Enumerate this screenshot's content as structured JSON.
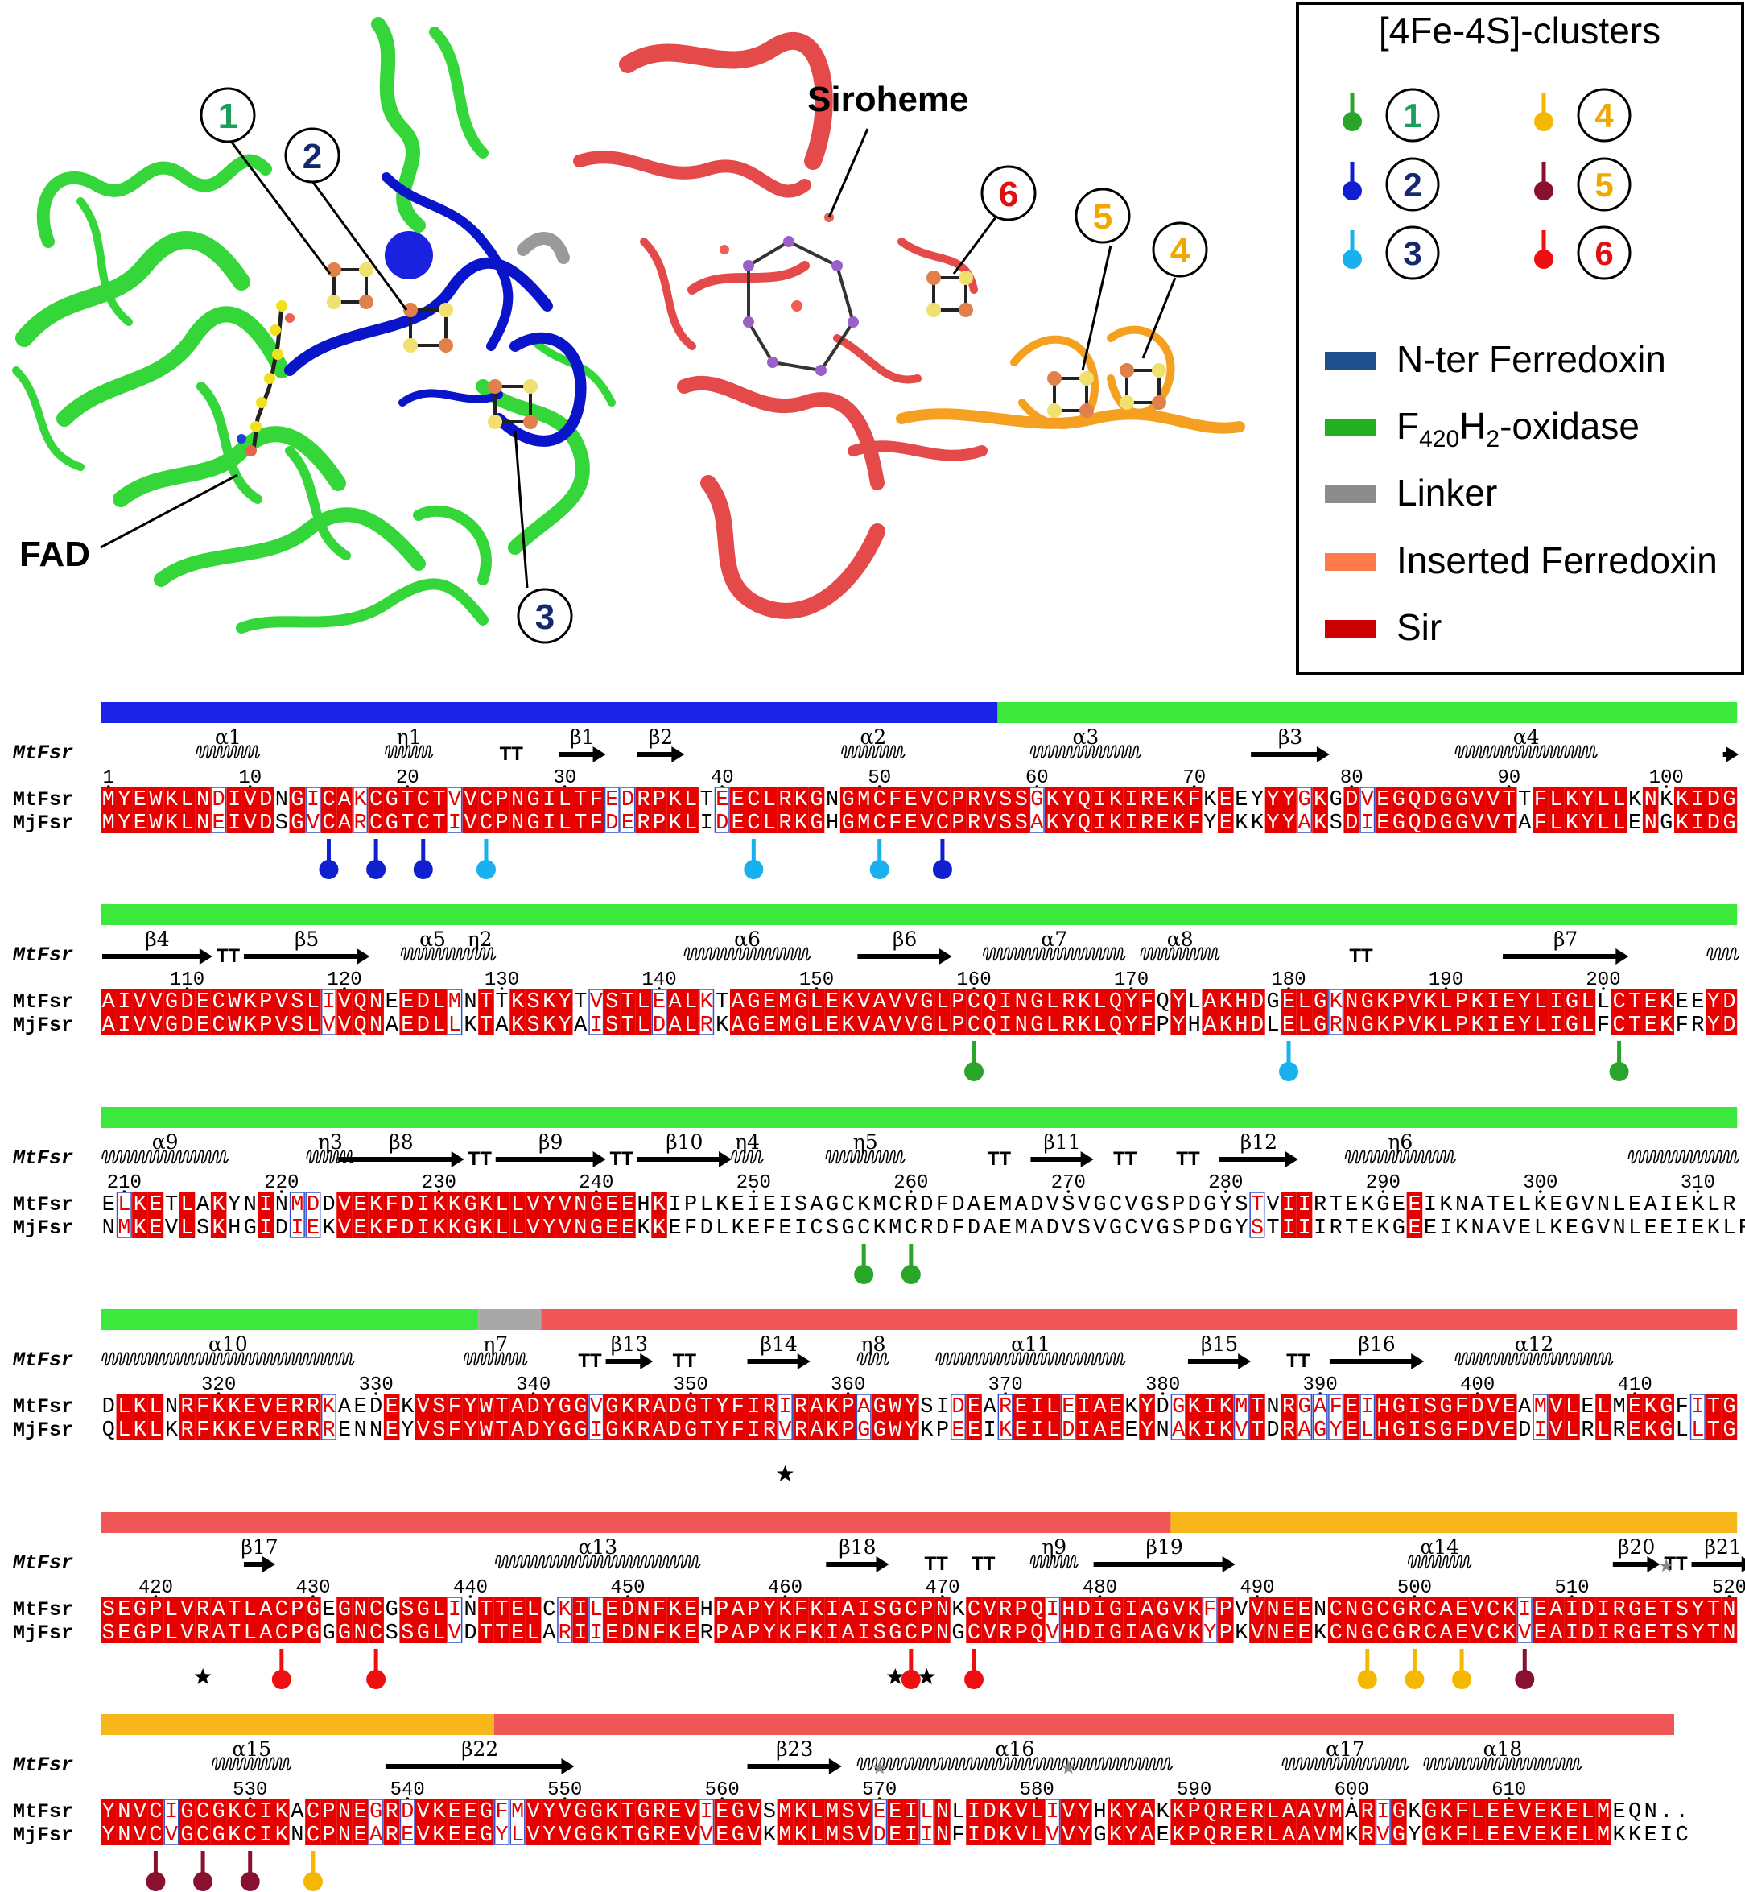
{
  "structure": {
    "labels": {
      "siroheme": "Siroheme",
      "fad": "FAD"
    },
    "callouts": [
      "1",
      "2",
      "3",
      "4",
      "5",
      "6"
    ],
    "domain_colors": {
      "nter_ferredoxin": "#0a14c8",
      "f420h2_oxidase": "#35d63a",
      "linker": "#9a9a9a",
      "inserted_ferredoxin": "#f5a020",
      "sir": "#e44a4a"
    }
  },
  "legend": {
    "title": "[4Fe-4S]-clusters",
    "clusters": [
      {
        "num": "1",
        "pin_color": "#2aa52a",
        "num_color": "#1aa05a"
      },
      {
        "num": "2",
        "pin_color": "#1020d0",
        "num_color": "#14286e"
      },
      {
        "num": "3",
        "pin_color": "#18b0ee",
        "num_color": "#14286e"
      },
      {
        "num": "4",
        "pin_color": "#f5b800",
        "num_color": "#f0a800"
      },
      {
        "num": "5",
        "pin_color": "#8a1030",
        "num_color": "#f0a800"
      },
      {
        "num": "6",
        "pin_color": "#ee1010",
        "num_color": "#e01010"
      }
    ],
    "domains": [
      {
        "label": "N-ter Ferredoxin",
        "color": "#1f4e8c"
      },
      {
        "label_main": "F",
        "label_sub": "420",
        "label_mid": "H",
        "label_sub2": "2",
        "label_tail": "-oxidase",
        "color": "#22b022"
      },
      {
        "label": "Linker",
        "color": "#8c8c8c"
      },
      {
        "label": "Inserted Ferredoxin",
        "color": "#ff7a4a"
      },
      {
        "label": "Sir",
        "color": "#cc0000"
      }
    ]
  },
  "alignment": {
    "name_top": "MtFsr",
    "name_mt": "MtFsr",
    "name_mj": "MjFsr",
    "blocks": [
      {
        "start": 1,
        "bars": [
          {
            "from": 1,
            "to": 57,
            "color": "#1a22e8"
          },
          {
            "from": 58,
            "to": 104,
            "color": "#3de83d"
          }
        ],
        "ss": [
          {
            "t": "a",
            "label": "α1",
            "from": 7,
            "to": 10
          },
          {
            "t": "n",
            "label": "η1",
            "from": 19,
            "to": 21
          },
          {
            "t": "tt",
            "from": 26,
            "to": 27
          },
          {
            "t": "b",
            "label": "β1",
            "from": 30,
            "to": 32
          },
          {
            "t": "b",
            "label": "β2",
            "from": 35,
            "to": 37
          },
          {
            "t": "a",
            "label": "α2",
            "from": 48,
            "to": 51
          },
          {
            "t": "a",
            "label": "α3",
            "from": 60,
            "to": 66
          },
          {
            "t": "b",
            "label": "β3",
            "from": 74,
            "to": 78
          },
          {
            "t": "a",
            "label": "α4",
            "from": 87,
            "to": 95
          },
          {
            "t": "b",
            "label": "",
            "from": 104,
            "to": 104
          }
        ],
        "numbers": [
          1,
          10,
          20,
          30,
          40,
          50,
          60,
          70,
          80,
          90,
          100
        ],
        "mt": "MYEWKLNDIVDNGICAKCGTCTVVCPNGILTFEDRPKLTEECLRKGNGMCFEVCPRVSSGKYQIKIREKFKEEYYYGKGDVEGQDGGVVTTFLKYLLKNKKIDG",
        "mj": "MYEWKLNEIVDSGVCARCGTCTIVCPNGILTFDERPKLIDECLRKGHGMCFEVCPRVSSAKYQIKIREKFYEKKYYAKSDIEGQDGGVVTAFLKYLLENGKIDG",
        "pins": [
          {
            "pos": 15,
            "c": "#1020d0"
          },
          {
            "pos": 18,
            "c": "#1020d0"
          },
          {
            "pos": 21,
            "c": "#1020d0"
          },
          {
            "pos": 25,
            "c": "#18b0ee"
          },
          {
            "pos": 42,
            "c": "#18b0ee"
          },
          {
            "pos": 50,
            "c": "#18b0ee"
          },
          {
            "pos": 54,
            "c": "#1020d0"
          }
        ],
        "stars": []
      },
      {
        "start": 105,
        "bars": [
          {
            "from": 105,
            "to": 208,
            "color": "#3de83d"
          }
        ],
        "ss": [
          {
            "t": "b",
            "label": "β4",
            "from": 105,
            "to": 111
          },
          {
            "t": "tt",
            "from": 112,
            "to": 113
          },
          {
            "t": "b",
            "label": "β5",
            "from": 114,
            "to": 121
          },
          {
            "t": "a",
            "label": "α5",
            "from": 124,
            "to": 127
          },
          {
            "t": "n",
            "label": "η2",
            "from": 128,
            "to": 129
          },
          {
            "t": "a",
            "label": "α6",
            "from": 142,
            "to": 149
          },
          {
            "t": "b",
            "label": "β6",
            "from": 153,
            "to": 158
          },
          {
            "t": "a",
            "label": "α7",
            "from": 161,
            "to": 169
          },
          {
            "t": "a",
            "label": "α8",
            "from": 171,
            "to": 175
          },
          {
            "t": "tt",
            "from": 184,
            "to": 185
          },
          {
            "t": "b",
            "label": "β7",
            "from": 194,
            "to": 201
          },
          {
            "t": "n",
            "label": "",
            "from": 207,
            "to": 208
          }
        ],
        "numbers": [
          110,
          120,
          130,
          140,
          150,
          160,
          170,
          180,
          190,
          200
        ],
        "mt": "AIVVGDECWKPVSLIVQNEEDLMNTTKSKYTVSTLEALKTAGEMGLEKVAVVGLPCQINGLRKLQYFQYLAKHDGELGKNGKPVKLPKIEYLIGLLCTEKEEYD",
        "mj": "AIVVGDECWKPVSLVVQNAEDLLKTAKSKYAISTLDALRKAGEMGLEKVAVVGLPCQINGLRKLQYFPYHAKHDLELGRNGKPVKLPKIEYLIGLFCTEKFRYD",
        "pins": [
          {
            "pos": 160,
            "c": "#2aa52a"
          },
          {
            "pos": 180,
            "c": "#18b0ee"
          },
          {
            "pos": 201,
            "c": "#2aa52a"
          }
        ],
        "stars": []
      },
      {
        "start": 209,
        "bars": [
          {
            "from": 209,
            "to": 312,
            "color": "#3de83d"
          }
        ],
        "ss": [
          {
            "t": "a",
            "label": "α9",
            "from": 209,
            "to": 216
          },
          {
            "t": "n",
            "label": "η3",
            "from": 222,
            "to": 224
          },
          {
            "t": "b",
            "label": "β8",
            "from": 224,
            "to": 231
          },
          {
            "t": "tt",
            "from": 232,
            "to": 233
          },
          {
            "t": "b",
            "label": "β9",
            "from": 234,
            "to": 240
          },
          {
            "t": "tt",
            "from": 241,
            "to": 242
          },
          {
            "t": "b",
            "label": "β10",
            "from": 243,
            "to": 248
          },
          {
            "t": "n",
            "label": "η4",
            "from": 249,
            "to": 250
          },
          {
            "t": "n",
            "label": "η5",
            "from": 255,
            "to": 259
          },
          {
            "t": "tt",
            "from": 265,
            "to": 266
          },
          {
            "t": "b",
            "label": "β11",
            "from": 268,
            "to": 271
          },
          {
            "t": "tt",
            "from": 273,
            "to": 274
          },
          {
            "t": "tt",
            "from": 277,
            "to": 278
          },
          {
            "t": "b",
            "label": "β12",
            "from": 280,
            "to": 284
          },
          {
            "t": "n",
            "label": "η6",
            "from": 288,
            "to": 294
          },
          {
            "t": "a",
            "label": "",
            "from": 306,
            "to": 312
          }
        ],
        "numbers": [
          210,
          220,
          230,
          240,
          250,
          260,
          270,
          280,
          290,
          300,
          310
        ],
        "mt": "ELKETLAKYNINMDDVEKFDIKKGKLLVYVNGEEHKIPLKEIEISAGCKMCRDFDAEMADVSVGCVGSPDGYSTVIIRTEKGEEIKNATELKEGVNLEAIEKLR",
        "mj": "NMKEVLSKHGIDIEKVEKFDIKKGKLLVYVNGEEKKEFDLKEFEICSGCKMCRDFDAEMADVSVGCVGSPDGYSTIIIRTEKGEEIKNAVELKEGVNLEEIEKLR",
        "pins": [
          {
            "pos": 257,
            "c": "#2aa52a"
          },
          {
            "pos": 260,
            "c": "#2aa52a"
          }
        ],
        "stars": []
      },
      {
        "start": 313,
        "bars": [
          {
            "from": 313,
            "to": 336,
            "color": "#3de83d"
          },
          {
            "from": 337,
            "to": 340,
            "color": "#a8a8a8"
          },
          {
            "from": 341,
            "to": 416,
            "color": "#f15656"
          }
        ],
        "ss": [
          {
            "t": "a",
            "label": "α10",
            "from": 313,
            "to": 328
          },
          {
            "t": "n",
            "label": "η7",
            "from": 336,
            "to": 339
          },
          {
            "t": "tt",
            "from": 343,
            "to": 344
          },
          {
            "t": "b",
            "label": "β13",
            "from": 345,
            "to": 347
          },
          {
            "t": "tt",
            "from": 349,
            "to": 350
          },
          {
            "t": "b",
            "label": "β14",
            "from": 354,
            "to": 357
          },
          {
            "t": "n",
            "label": "η8",
            "from": 361,
            "to": 362
          },
          {
            "t": "a",
            "label": "α11",
            "from": 366,
            "to": 377
          },
          {
            "t": "b",
            "label": "β15",
            "from": 382,
            "to": 385
          },
          {
            "t": "tt",
            "from": 388,
            "to": 389
          },
          {
            "t": "b",
            "label": "β16",
            "from": 391,
            "to": 396
          },
          {
            "t": "a",
            "label": "α12",
            "from": 399,
            "to": 408
          }
        ],
        "numbers": [
          320,
          330,
          340,
          350,
          360,
          370,
          380,
          390,
          400,
          410
        ],
        "mt": "DLKLNRFKKEVERRKAEDEKVSFYWTADYGGVGKRADGTYFIRIRAKPAGWYSIDEAREILEIAEKYDGKIKMTNRGAFEIHGISGFDVEAMVLELMEKGFITG",
        "mj": "QLKLKRFKKEVERRRENNEYVSFYWTADYGGIGKRADGTYFIRVRAKPGGWYKPEEIKEILDIAEEYNAKIKVTDRAGYELHGISGFDVEDIVLRLREKGLLTG",
        "pins": [],
        "stars": [
          {
            "pos": 356,
            "c": "#000"
          }
        ]
      },
      {
        "start": 417,
        "bars": [
          {
            "from": 417,
            "to": 484,
            "color": "#f15656"
          },
          {
            "from": 485,
            "to": 520,
            "color": "#f7b61a"
          }
        ],
        "ss": [
          {
            "t": "b",
            "label": "β17",
            "from": 426,
            "to": 427
          },
          {
            "t": "a",
            "label": "α13",
            "from": 442,
            "to": 454
          },
          {
            "t": "b",
            "label": "β18",
            "from": 463,
            "to": 466
          },
          {
            "t": "tt",
            "from": 469,
            "to": 470
          },
          {
            "t": "tt",
            "from": 472,
            "to": 473
          },
          {
            "t": "n",
            "label": "η9",
            "from": 476,
            "to": 478
          },
          {
            "t": "b",
            "label": "β19",
            "from": 480,
            "to": 488
          },
          {
            "t": "a",
            "label": "α14",
            "from": 500,
            "to": 503
          },
          {
            "t": "b",
            "label": "β20",
            "from": 513,
            "to": 515
          },
          {
            "t": "tt",
            "from": 516,
            "to": 517
          },
          {
            "t": "b",
            "label": "β21",
            "from": 518,
            "to": 521
          }
        ],
        "numbers": [
          420,
          430,
          440,
          450,
          460,
          470,
          480,
          490,
          500,
          510,
          520
        ],
        "mt": "SEGPLVRATLACPGEGNCGSGLINTTELCKILEDNFKEHPAPYKFKIAISGCPNKCVRPQIHDIGIAGVKFPVVNEENCNGCGRCAEVCKIEAIDIRGETSYTN",
        "mj": "SEGPLVRATLACPGGGNCSSGLVDTTELARIIEDNFKERPAPYKFKIAISGCPNGCVRPQVHDIGIAGVKYPKVNEEKCNGCGRCAEVCKVEAIDIRGETSYTN",
        "pins": [
          {
            "pos": 428,
            "c": "#ee1010"
          },
          {
            "pos": 434,
            "c": "#ee1010"
          },
          {
            "pos": 468,
            "c": "#ee1010"
          },
          {
            "pos": 472,
            "c": "#ee1010"
          },
          {
            "pos": 497,
            "c": "#f5b800"
          },
          {
            "pos": 500,
            "c": "#f5b800"
          },
          {
            "pos": 503,
            "c": "#f5b800"
          },
          {
            "pos": 507,
            "c": "#8a1030"
          }
        ],
        "stars": [
          {
            "pos": 423,
            "c": "#000"
          },
          {
            "pos": 467,
            "c": "#000"
          },
          {
            "pos": 469,
            "c": "#000"
          },
          {
            "pos": 516,
            "c": "#888"
          }
        ]
      },
      {
        "start": 521,
        "bars": [
          {
            "from": 521,
            "to": 545,
            "color": "#f7b61a"
          },
          {
            "from": 546,
            "to": 620,
            "color": "#f15656"
          }
        ],
        "ss": [
          {
            "t": "a",
            "label": "α15",
            "from": 528,
            "to": 532
          },
          {
            "t": "b",
            "label": "β22",
            "from": 539,
            "to": 550
          },
          {
            "t": "b",
            "label": "β23",
            "from": 562,
            "to": 567
          },
          {
            "t": "a",
            "label": "α16",
            "from": 569,
            "to": 588
          },
          {
            "t": "a",
            "label": "α17",
            "from": 596,
            "to": 603
          },
          {
            "t": "a",
            "label": "α18",
            "from": 605,
            "to": 614
          }
        ],
        "numbers": [
          530,
          540,
          550,
          560,
          570,
          580,
          590,
          600,
          610
        ],
        "mt": "YNVCIGCGKCIKACPNEGRDVKEEGFMVYVGGKTGREVIEGVSMKLMSVEEILNLIDKVLIVYHKYAKKPQRERLAAVMARIGKGKFLEEVEKELMEQN..",
        "mj": "YNVCVGCGKCIKNCPNEAREVKEEGYLVYVGGKTGREVVEGVKMKLMSVDEIINFIDKVLVVYGKYAEKPQRERLAAVMKRVGYGKFLEEVEKELMKKEIC",
        "pins": [
          {
            "pos": 524,
            "c": "#8a1030"
          },
          {
            "pos": 527,
            "c": "#8a1030"
          },
          {
            "pos": 530,
            "c": "#8a1030"
          },
          {
            "pos": 534,
            "c": "#f5b800"
          }
        ],
        "stars": [
          {
            "pos": 570,
            "c": "#888"
          },
          {
            "pos": 582,
            "c": "#888"
          }
        ]
      }
    ]
  }
}
